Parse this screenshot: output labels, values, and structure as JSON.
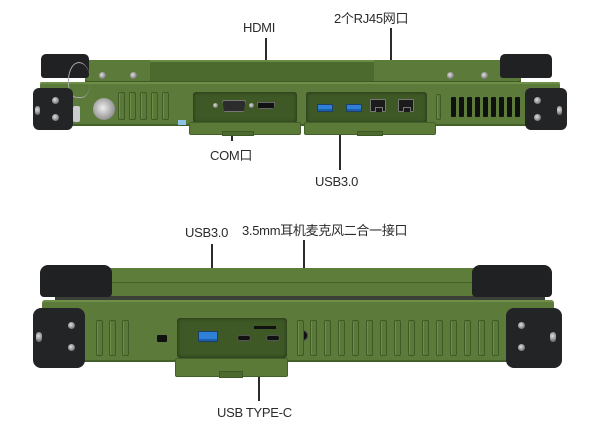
{
  "top_view": {
    "labels": {
      "hdmi": "HDMI",
      "rj45": "2个RJ45网口",
      "com": "COM口",
      "usb30": "USB3.0"
    }
  },
  "bottom_view": {
    "labels": {
      "usb30": "USB3.0",
      "audio": "3.5mm耳机麦克风二合一接口",
      "usb_type_c": "USB TYPE-C"
    }
  },
  "colors": {
    "chassis_green": "#5c7a39",
    "rubber_black": "#222426",
    "usb_blue": "#2f7fd6",
    "label_text": "#2b2b2b",
    "background": "#ffffff"
  }
}
